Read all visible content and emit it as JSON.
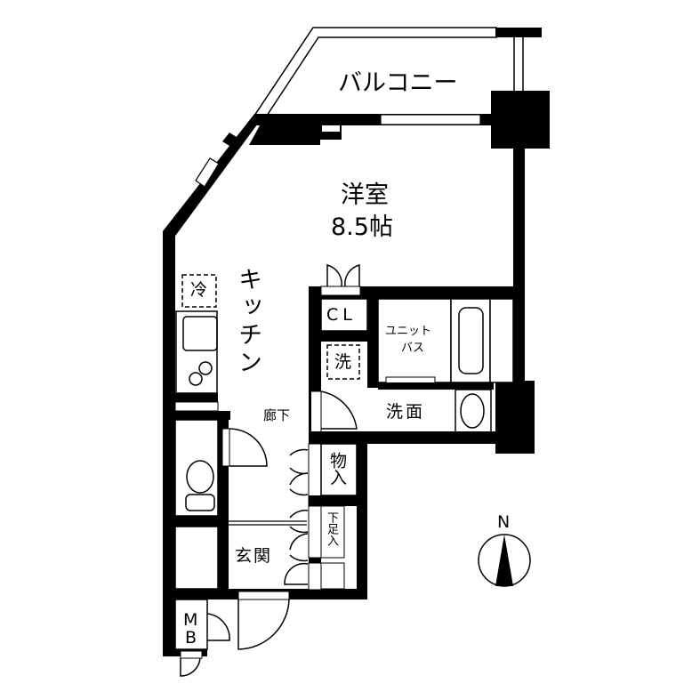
{
  "floor_plan": {
    "rooms": {
      "balcony": "バルコニー",
      "western_room": "洋室",
      "western_room_size": "8.5帖",
      "kitchen": "キッチン",
      "closet": "CL",
      "unit_bath_line1": "ユニット",
      "unit_bath_line2": "バス",
      "washer": "洗",
      "washroom": "洗面",
      "hallway": "廊下",
      "storage": "物入",
      "shoe_box": "下足入",
      "entrance": "玄関",
      "meter_box_m": "M",
      "meter_box_b": "B",
      "fridge": "冷"
    },
    "compass": {
      "label": "N"
    },
    "colors": {
      "wall": "#000000",
      "background": "#ffffff"
    }
  }
}
